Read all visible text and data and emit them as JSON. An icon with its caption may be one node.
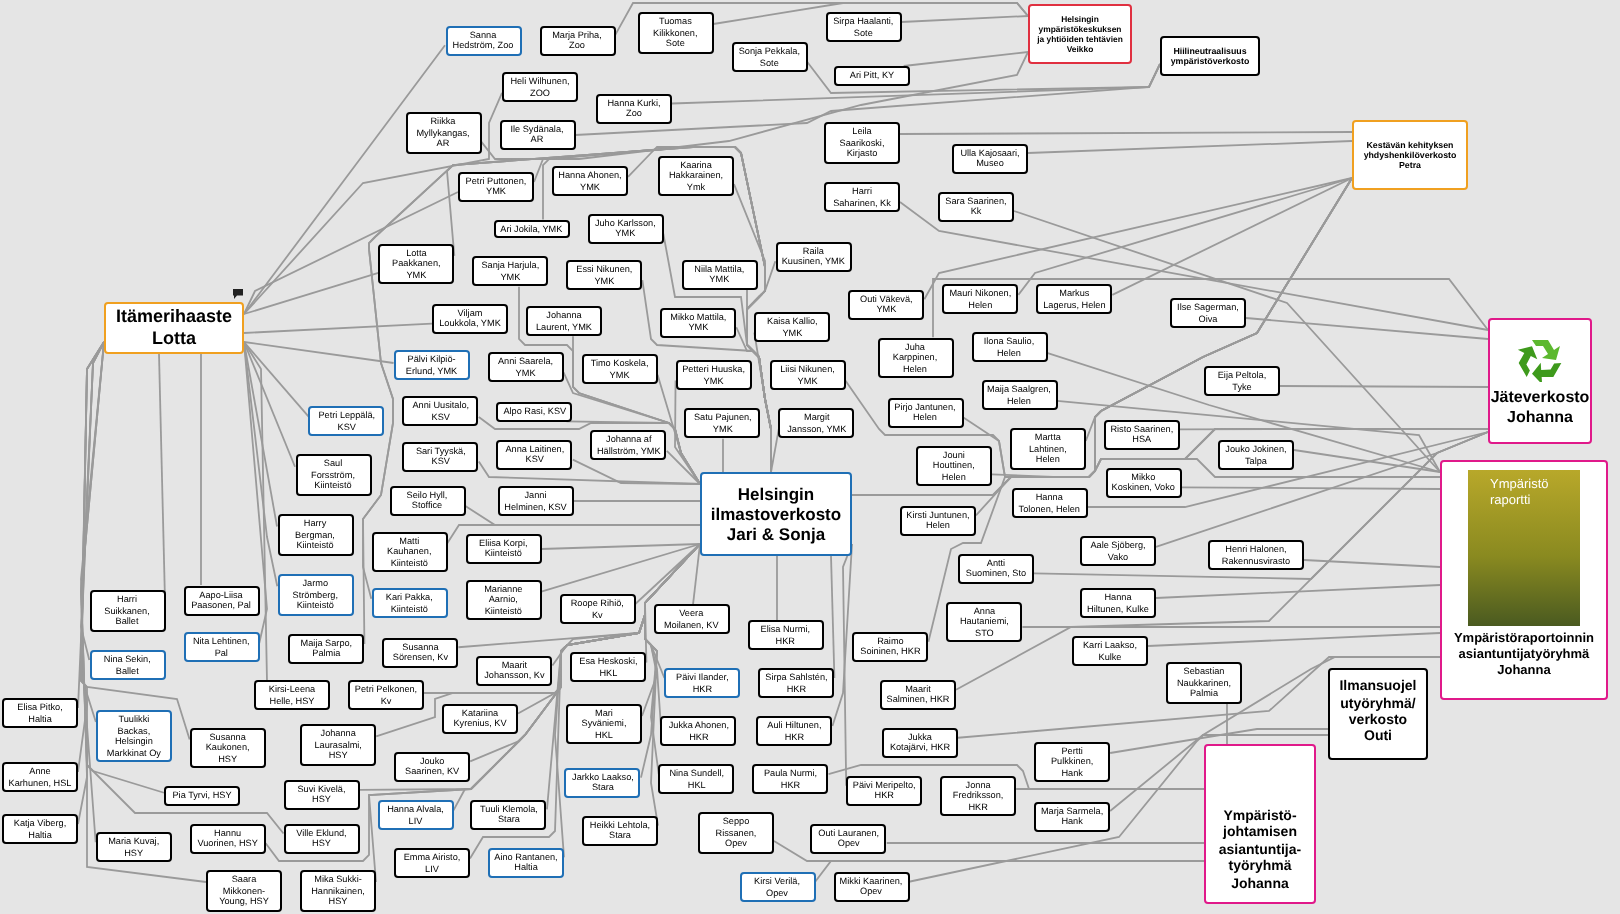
{
  "diagram": {
    "nodes": [
      {
        "text": [
          "Itämerihaaste Lotta"
        ]
      },
      {
        "text": [
          "Helsingin ympäristökeskuksen ja yhtiöiden tehtävien Veikko"
        ]
      },
      {
        "text": [
          "Hiilineutraalisuus ympäristöverkosto"
        ]
      },
      {
        "text": [
          "Kestävän kehityksen yhdyshenkilöverkosto Petra"
        ]
      },
      {
        "text": [
          "Jäteverkosto Johanna"
        ]
      },
      {
        "text": [
          "Ympäristö raportti",
          "Ympäristöraportoinnin asiantuntijatyöryhmä Johanna"
        ]
      },
      {
        "text": [
          "Helsingin ilmastoverkosto Jari & Sonja"
        ]
      },
      {
        "text": [
          "Ilmansuojel utyöryhmä/ verkosto Outi"
        ]
      },
      {
        "text": [
          "Ympäristö- johtamisen asiantuntija- työryhmä Johanna"
        ]
      },
      {
        "text": [
          "Sanna Hedström, Zoo"
        ]
      },
      {
        "text": [
          "Tuomas Kilikkonen, Sote"
        ]
      },
      {
        "text": [
          "Sirpa Haalanti, Sote"
        ]
      },
      {
        "text": [
          "Marja Priha, Zoo"
        ]
      },
      {
        "text": [
          "Sonja Pekkala, Sote"
        ]
      },
      {
        "text": [
          "Ari Pitt, KY"
        ]
      },
      {
        "text": [
          "Heli Wilhunen, ZOO"
        ]
      },
      {
        "text": [
          "Hanna Kurki, Zoo"
        ]
      },
      {
        "text": [
          "Riikka Myllykangas, AR"
        ]
      },
      {
        "text": [
          "Ile Sydänala, AR"
        ]
      },
      {
        "text": [
          "Leila Saarikoski, Kirjasto"
        ]
      },
      {
        "text": [
          "Ulla Kajosaari, Museo"
        ]
      },
      {
        "text": [
          "Harri Saharinen, Kk"
        ]
      },
      {
        "text": [
          "Sara Saarinen, Kk"
        ]
      },
      {
        "text": [
          "Petri Puttonen, YMK"
        ]
      },
      {
        "text": [
          "Hanna Ahonen, YMK"
        ]
      },
      {
        "text": [
          "Kaarina Hakkarainen, Ymk"
        ]
      },
      {
        "text": [
          "Ari Jokila, YMK"
        ]
      },
      {
        "text": [
          "Juho Karlsson, YMK"
        ]
      },
      {
        "text": [
          "Niila Mattila, YMK"
        ]
      },
      {
        "text": [
          "Raila Kuusinen, YMK"
        ]
      },
      {
        "text": [
          "Lotta Paakkanen, YMK"
        ]
      },
      {
        "text": [
          "Sanja Harjula, YMK"
        ]
      },
      {
        "text": [
          "Essi Nikunen, YMK"
        ]
      },
      {
        "text": [
          "Ilse Sagerman, Oiva"
        ]
      },
      {
        "text": [
          "Mauri Nikonen, Helen"
        ]
      },
      {
        "text": [
          "Markus Lagerus, Helen"
        ]
      },
      {
        "text": [
          "Viljam Loukkola, YMK"
        ]
      },
      {
        "text": [
          "Mikko Mattila, YMK"
        ]
      },
      {
        "text": [
          "Kaisa Kallio, YMK"
        ]
      },
      {
        "text": [
          "Outi Väkevä, YMK"
        ]
      },
      {
        "text": [
          "Johanna Laurent, YMK"
        ]
      },
      {
        "text": [
          "Juha Karppinen, Helen"
        ]
      },
      {
        "text": [
          "Pälvi Kilpiö-Erlund, YMK"
        ]
      },
      {
        "text": [
          "Anni Saarela, YMK"
        ]
      },
      {
        "text": [
          "Timo Koskela, YMK"
        ]
      },
      {
        "text": [
          "Petteri Huuska, YMK"
        ]
      },
      {
        "text": [
          "Liisi Nikunen, YMK"
        ]
      },
      {
        "text": [
          "Eija Peltola, Tyke"
        ]
      },
      {
        "text": [
          "Martta Lahtinen, Helen"
        ]
      },
      {
        "text": [
          "Ilona Saulio, Helen"
        ]
      },
      {
        "text": [
          "Johanna af Hällström, YMK"
        ]
      },
      {
        "text": [
          "Satu Pajunen, YMK"
        ]
      },
      {
        "text": [
          "Margit Jansson, YMK"
        ]
      },
      {
        "text": [
          "Pirjo Jantunen, Helen"
        ]
      },
      {
        "text": [
          "Maija Saalgren, Helen"
        ]
      },
      {
        "text": [
          "Jouni Houttinen, Helen"
        ]
      },
      {
        "text": [
          "Risto Saarinen, HSA"
        ]
      },
      {
        "text": [
          "Jouko Jokinen, Talpa"
        ]
      },
      {
        "text": [
          "Petri Leppälä, KSV"
        ]
      },
      {
        "text": [
          "Anni Uusitalo, KSV"
        ]
      },
      {
        "text": [
          "Alpo Rasi, KSV"
        ]
      },
      {
        "text": [
          "Kirsti Juntunen, Helen"
        ]
      },
      {
        "text": [
          "Hanna Tolonen, Helen"
        ]
      },
      {
        "text": [
          "Mikko Koskinen, Voko"
        ]
      },
      {
        "text": [
          "Sari Tyyskä, KSV"
        ]
      },
      {
        "text": [
          "Anna Laitinen, KSV"
        ]
      },
      {
        "text": [
          "Aale Sjöberg, Vako"
        ]
      },
      {
        "text": [
          "Janni Helminen, KSV"
        ]
      },
      {
        "text": [
          "Saul Forsström, Kiinteistö"
        ]
      },
      {
        "text": [
          "Seilo Hyll, Stoffice"
        ]
      },
      {
        "text": [
          "Henri Halonen, Rakennusvirasto"
        ]
      },
      {
        "text": [
          "Antti Suominen, Sto"
        ]
      },
      {
        "text": [
          "Harry Bergman, Kiinteistö"
        ]
      },
      {
        "text": [
          "Eliisa Korpi, Kiinteistö"
        ]
      },
      {
        "text": [
          "Matti Kauhanen, Kiinteistö"
        ]
      },
      {
        "text": [
          "Anna Hautaniemi, STO"
        ]
      },
      {
        "text": [
          "Hanna Hiltunen, Kulke"
        ]
      },
      {
        "text": [
          "Harri Suikkanen, Ballet"
        ]
      },
      {
        "text": [
          "Aapo-Liisa Paasonen, Pal"
        ]
      },
      {
        "text": [
          "Roope Rihiö, Kv"
        ]
      },
      {
        "text": [
          "Jarmo Strömberg, Kiinteistö"
        ]
      },
      {
        "text": [
          "Kari Pakka, Kiinteistö"
        ]
      },
      {
        "text": [
          "Marianne Aarnio, Kiinteistö"
        ]
      },
      {
        "text": [
          "Veera Moilanen, KV"
        ]
      },
      {
        "text": [
          "Nina Sekin, Ballet"
        ]
      },
      {
        "text": [
          "Nita Lehtinen, Pal"
        ]
      },
      {
        "text": [
          "Karri Laakso, Kulke"
        ]
      },
      {
        "text": [
          "Maija Sarpo, Palmia"
        ]
      },
      {
        "text": [
          "Susanna Sörensen, Kv"
        ]
      },
      {
        "text": [
          "Maarit Johansson, Kv"
        ]
      },
      {
        "text": [
          "Elisa Nurmi, HKR"
        ]
      },
      {
        "text": [
          "Sebastian Naukkarinen, Palmia"
        ]
      },
      {
        "text": [
          "Esa Heskoski, HKL"
        ]
      },
      {
        "text": [
          "Päivi Ilander, HKR"
        ]
      },
      {
        "text": [
          "Sirpa Sahlstén, HKR"
        ]
      },
      {
        "text": [
          "Raimo Soininen, HKR"
        ]
      },
      {
        "text": [
          "Elisa Pitko, Haltia"
        ]
      },
      {
        "text": [
          "Petri Pelkonen, Kv"
        ]
      },
      {
        "text": [
          "Katariina Kyrenius, KV"
        ]
      },
      {
        "text": [
          "Mari Syväniemi, HKL"
        ]
      },
      {
        "text": [
          "Maarit Salminen, HKR"
        ]
      },
      {
        "text": [
          "Tuulikki Backas, Helsingin Markkinat Oy"
        ]
      },
      {
        "text": [
          "Kirsi-Leena Helle, HSY"
        ]
      },
      {
        "text": [
          "Jouko Saarinen, KV"
        ]
      },
      {
        "text": [
          "Jukka Ahonen, HKR"
        ]
      },
      {
        "text": [
          "Auli Hiltunen, HKR"
        ]
      },
      {
        "text": [
          "Paula Nurmi, HKR"
        ]
      },
      {
        "text": [
          "Päivi Meripelto, HKR"
        ]
      },
      {
        "text": [
          "Jukka Kotajärvi, HKR"
        ]
      },
      {
        "text": [
          "Nina Sundell, HKL"
        ]
      },
      {
        "text": [
          "Susanna Kaukonen, HSY"
        ]
      },
      {
        "text": [
          "Johanna Laurasalmi, HSY"
        ]
      },
      {
        "text": [
          "Anne Karhunen, HSL"
        ]
      },
      {
        "text": [
          "Hanna Alvala, LIV"
        ]
      },
      {
        "text": [
          "Tuuli Klemola, Stara"
        ]
      },
      {
        "text": [
          "Jarkko Laakso, Stara"
        ]
      },
      {
        "text": [
          "Jonna Fredriksson, HKR"
        ]
      },
      {
        "text": [
          "Pertti Pulkkinen, Hank"
        ]
      },
      {
        "text": [
          "Pia Tyrvi, HSY"
        ]
      },
      {
        "text": [
          "Ville Eklund, HSY"
        ]
      },
      {
        "text": [
          "Suvi Kivelä, HSY"
        ]
      },
      {
        "text": [
          "Marja Sarmela, Hank"
        ]
      },
      {
        "text": [
          "Maria Kuvaj, HSY"
        ]
      },
      {
        "text": [
          "Katja Viberg, Haltia"
        ]
      },
      {
        "text": [
          "Hannu Vuorinen, HSY"
        ]
      },
      {
        "text": [
          "Saara Mikkonen-Young, HSY"
        ]
      },
      {
        "text": [
          "Mika Sukki-Hannikainen, HSY"
        ]
      },
      {
        "text": [
          "Heikki Lehtola, Stara"
        ]
      },
      {
        "text": [
          "Seppo Rissanen, Opev"
        ]
      },
      {
        "text": [
          "Outi Lauranen, Opev"
        ]
      },
      {
        "text": [
          "Emma Airisto, LIV"
        ]
      },
      {
        "text": [
          "Aino Rantanen, Haltia"
        ]
      },
      {
        "text": [
          "Kirsi Verilä, Opev"
        ]
      },
      {
        "text": [
          "Mikki Kaarinen, Opev"
        ]
      }
    ],
    "edges": [
      {
        "from": 6,
        "to": 3,
        "arrow": "none"
      },
      {
        "from": 6,
        "to": 4,
        "arrow": "none"
      },
      {
        "from": 9,
        "to": 0,
        "arrow": "none"
      },
      {
        "from": 10,
        "to": 1,
        "arrow": "none"
      },
      {
        "from": 11,
        "to": 1,
        "arrow": "none"
      },
      {
        "from": 12,
        "to": 1,
        "arrow": "none"
      },
      {
        "from": 13,
        "to": 2,
        "arrow": "none"
      },
      {
        "from": 14,
        "to": 1,
        "arrow": "none"
      },
      {
        "from": 15,
        "to": 0,
        "arrow": "none"
      },
      {
        "from": 16,
        "to": 2,
        "arrow": "none"
      },
      {
        "from": 17,
        "to": 1,
        "arrow": "none"
      },
      {
        "from": 18,
        "to": 2,
        "arrow": "none"
      },
      {
        "from": 19,
        "to": 3,
        "arrow": "none"
      },
      {
        "from": 20,
        "to": 3,
        "arrow": "none"
      },
      {
        "from": 21,
        "to": 4,
        "arrow": "none"
      },
      {
        "from": 22,
        "to": 5,
        "arrow": "none"
      },
      {
        "from": 23,
        "to": 0,
        "arrow": "none"
      },
      {
        "from": 23,
        "to": 6,
        "arrow": "none"
      },
      {
        "from": 24,
        "to": 6,
        "arrow": "none"
      },
      {
        "from": 25,
        "to": 6,
        "arrow": "none"
      },
      {
        "from": 26,
        "to": 6,
        "arrow": "none"
      },
      {
        "from": 27,
        "to": 6,
        "arrow": "none"
      },
      {
        "from": 28,
        "to": 6,
        "arrow": "none"
      },
      {
        "from": 29,
        "to": 6,
        "arrow": "none"
      },
      {
        "from": 30,
        "to": 0,
        "arrow": "none"
      },
      {
        "from": 30,
        "to": 6,
        "arrow": "none"
      },
      {
        "from": 31,
        "to": 6,
        "arrow": "none"
      },
      {
        "from": 32,
        "to": 6,
        "arrow": "none"
      },
      {
        "from": 33,
        "to": 4,
        "arrow": "none"
      },
      {
        "from": 34,
        "to": 3,
        "arrow": "none"
      },
      {
        "from": 35,
        "to": 3,
        "arrow": "none"
      },
      {
        "from": 36,
        "to": 0,
        "arrow": "none"
      },
      {
        "from": 37,
        "to": 6,
        "arrow": "none"
      },
      {
        "from": 38,
        "to": 6,
        "arrow": "none"
      },
      {
        "from": 39,
        "to": 3,
        "arrow": "none"
      },
      {
        "from": 40,
        "to": 6,
        "arrow": "none"
      },
      {
        "from": 41,
        "to": 4,
        "arrow": "none"
      },
      {
        "from": 42,
        "to": 0,
        "arrow": "none"
      },
      {
        "from": 43,
        "to": 6,
        "arrow": "none"
      },
      {
        "from": 44,
        "to": 6,
        "arrow": "none"
      },
      {
        "from": 45,
        "to": 6,
        "arrow": "none"
      },
      {
        "from": 46,
        "to": 5,
        "arrow": "none"
      },
      {
        "from": 47,
        "to": 4,
        "arrow": "none"
      },
      {
        "from": 48,
        "to": 3,
        "arrow": "none"
      },
      {
        "from": 49,
        "to": 5,
        "arrow": "none"
      },
      {
        "from": 50,
        "to": 6,
        "arrow": "none"
      },
      {
        "from": 51,
        "to": 6,
        "arrow": "none"
      },
      {
        "from": 52,
        "to": 6,
        "arrow": "none"
      },
      {
        "from": 53,
        "to": 4,
        "arrow": "none"
      },
      {
        "from": 54,
        "to": 5,
        "arrow": "none"
      },
      {
        "from": 55,
        "to": 3,
        "arrow": "none"
      },
      {
        "from": 56,
        "to": 4,
        "arrow": "none"
      },
      {
        "from": 57,
        "to": 5,
        "arrow": "none"
      },
      {
        "from": 58,
        "to": 0,
        "arrow": "none"
      },
      {
        "from": 59,
        "to": 6,
        "arrow": "none"
      },
      {
        "from": 60,
        "to": 6,
        "arrow": "none"
      },
      {
        "from": 61,
        "to": 3,
        "arrow": "none"
      },
      {
        "from": 62,
        "to": 4,
        "arrow": "none"
      },
      {
        "from": 63,
        "to": 5,
        "arrow": "none"
      },
      {
        "from": 64,
        "to": 6,
        "arrow": "none"
      },
      {
        "from": 65,
        "to": 6,
        "arrow": "none"
      },
      {
        "from": 66,
        "to": 4,
        "arrow": "none"
      },
      {
        "from": 67,
        "to": 6,
        "arrow": "none"
      },
      {
        "from": 68,
        "to": 0,
        "arrow": "none"
      },
      {
        "from": 69,
        "to": 6,
        "arrow": "none"
      },
      {
        "from": 70,
        "to": 5,
        "arrow": "none"
      },
      {
        "from": 71,
        "to": 4,
        "arrow": "none"
      },
      {
        "from": 72,
        "to": 0,
        "arrow": "none"
      },
      {
        "from": 73,
        "to": 6,
        "arrow": "none"
      },
      {
        "from": 74,
        "to": 6,
        "arrow": "none"
      },
      {
        "from": 75,
        "to": 5,
        "arrow": "none"
      },
      {
        "from": 76,
        "to": 5,
        "arrow": "none"
      },
      {
        "from": 77,
        "to": 0,
        "arrow": "none"
      },
      {
        "from": 78,
        "to": 0,
        "arrow": "none"
      },
      {
        "from": 79,
        "to": 6,
        "arrow": "none"
      },
      {
        "from": 80,
        "to": 0,
        "arrow": "none"
      },
      {
        "from": 81,
        "to": 6,
        "arrow": "none"
      },
      {
        "from": 82,
        "to": 6,
        "arrow": "none"
      },
      {
        "from": 83,
        "to": 6,
        "arrow": "none"
      },
      {
        "from": 84,
        "to": 0,
        "arrow": "none"
      },
      {
        "from": 85,
        "to": 0,
        "arrow": "none"
      },
      {
        "from": 86,
        "to": 5,
        "arrow": "none"
      },
      {
        "from": 87,
        "to": 6,
        "arrow": "none"
      },
      {
        "from": 88,
        "to": 6,
        "arrow": "none"
      },
      {
        "from": 89,
        "to": 6,
        "arrow": "none"
      },
      {
        "from": 90,
        "to": 6,
        "arrow": "none"
      },
      {
        "from": 91,
        "to": 8,
        "arrow": "none"
      },
      {
        "from": 92,
        "to": 6,
        "arrow": "none"
      },
      {
        "from": 93,
        "to": 6,
        "arrow": "none"
      },
      {
        "from": 94,
        "to": 6,
        "arrow": "none"
      },
      {
        "from": 95,
        "to": 3,
        "arrow": "none"
      },
      {
        "from": 96,
        "to": 0,
        "arrow": "none"
      },
      {
        "from": 97,
        "to": 6,
        "arrow": "none"
      },
      {
        "from": 98,
        "to": 6,
        "arrow": "none"
      },
      {
        "from": 99,
        "to": 6,
        "arrow": "none"
      },
      {
        "from": 100,
        "to": 4,
        "arrow": "none"
      },
      {
        "from": 101,
        "to": 0,
        "arrow": "none"
      },
      {
        "from": 102,
        "to": 0,
        "arrow": "none"
      },
      {
        "from": 103,
        "to": 6,
        "arrow": "none"
      },
      {
        "from": 104,
        "to": 6,
        "arrow": "none"
      },
      {
        "from": 105,
        "to": 6,
        "arrow": "none"
      },
      {
        "from": 106,
        "to": 8,
        "arrow": "none"
      },
      {
        "from": 107,
        "to": 6,
        "arrow": "none"
      },
      {
        "from": 108,
        "to": 5,
        "arrow": "none"
      },
      {
        "from": 109,
        "to": 6,
        "arrow": "none"
      },
      {
        "from": 110,
        "to": 0,
        "arrow": "none"
      },
      {
        "from": 111,
        "to": 6,
        "arrow": "none"
      },
      {
        "from": 112,
        "to": 0,
        "arrow": "none"
      },
      {
        "from": 113,
        "to": 6,
        "arrow": "none"
      },
      {
        "from": 114,
        "to": 6,
        "arrow": "none"
      },
      {
        "from": 115,
        "to": 6,
        "arrow": "none"
      },
      {
        "from": 116,
        "to": 8,
        "arrow": "none"
      },
      {
        "from": 117,
        "to": 7,
        "arrow": "none"
      },
      {
        "from": 118,
        "to": 0,
        "arrow": "none"
      },
      {
        "from": 119,
        "to": 0,
        "arrow": "none"
      },
      {
        "from": 120,
        "to": 6,
        "arrow": "none"
      },
      {
        "from": 121,
        "to": 7,
        "arrow": "none"
      },
      {
        "from": 122,
        "to": 0,
        "arrow": "none"
      },
      {
        "from": 123,
        "to": 0,
        "arrow": "none"
      },
      {
        "from": 124,
        "to": 6,
        "arrow": "none"
      },
      {
        "from": 125,
        "to": 0,
        "arrow": "none"
      },
      {
        "from": 126,
        "to": 6,
        "arrow": "none"
      },
      {
        "from": 127,
        "to": 6,
        "arrow": "none"
      },
      {
        "from": 128,
        "to": 8,
        "arrow": "none"
      },
      {
        "from": 129,
        "to": 8,
        "arrow": "none"
      },
      {
        "from": 130,
        "to": 6,
        "arrow": "none"
      },
      {
        "from": 131,
        "to": 6,
        "arrow": "none"
      },
      {
        "from": 132,
        "to": 8,
        "arrow": "none"
      },
      {
        "from": 133,
        "to": 5,
        "arrow": "none"
      }
    ]
  }
}
